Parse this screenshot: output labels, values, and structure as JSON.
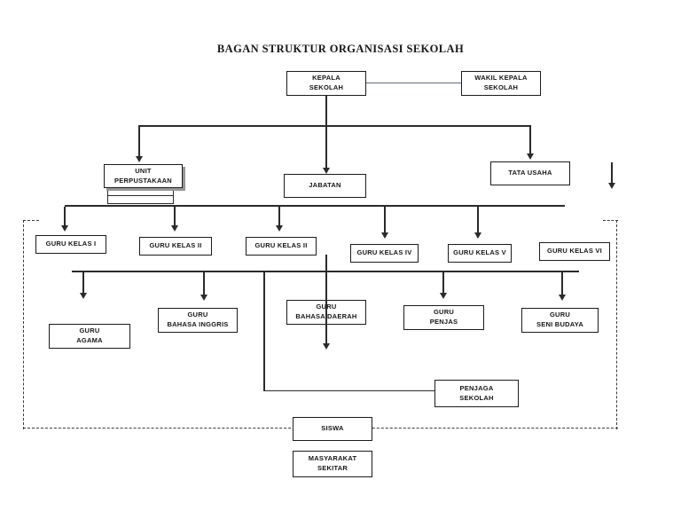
{
  "title": "BAGAN STRUKTUR ORGANISASI SEKOLAH",
  "colors": {
    "box_border": "#1c1c1c",
    "connector_line": "#2b2b2b",
    "kepala_wakil_link": "#5c6b91",
    "dashed_border": "#3c3c3c"
  },
  "nodes": {
    "kepala": {
      "l1": "KEPALA",
      "l2": "SEKOLAH"
    },
    "wakil": {
      "l1": "WAKIL KEPALA",
      "l2": "SEKOLAH"
    },
    "unit_perpustakaan": {
      "l1": "UNIT",
      "l2": "PERPUSTAKAAN"
    },
    "jabatan": {
      "label": "JABATAN"
    },
    "tata_usaha": {
      "label": "TATA USAHA"
    },
    "guru_kelas_1": {
      "label": "GURU KELAS I"
    },
    "guru_kelas_2": {
      "label": "GURU KELAS II"
    },
    "guru_kelas_3": {
      "label": "GURU KELAS II"
    },
    "guru_kelas_4": {
      "label": "GURU KELAS IV"
    },
    "guru_kelas_5": {
      "label": "GURU KELAS V"
    },
    "guru_kelas_6": {
      "label": "GURU KELAS VI"
    },
    "guru_agama": {
      "l1": "GURU",
      "l2": "AGAMA"
    },
    "guru_bahasa_inggris": {
      "l1": "GURU",
      "l2": "BAHASA INGGRIS"
    },
    "guru_bahasa_daerah": {
      "l1": "GURU",
      "l2": "BAHASA DAERAH"
    },
    "guru_penjas": {
      "l1": "GURU",
      "l2": "PENJAS"
    },
    "guru_seni_budaya": {
      "l1": "GURU",
      "l2": "SENI BUDAYA"
    },
    "penjaga_sekolah": {
      "l1": "PENJAGA",
      "l2": "SEKOLAH"
    },
    "siswa": {
      "label": "SISWA"
    },
    "masyarakat_sekitar": {
      "l1": "MASYARAKAT",
      "l2": "SEKITAR"
    }
  }
}
